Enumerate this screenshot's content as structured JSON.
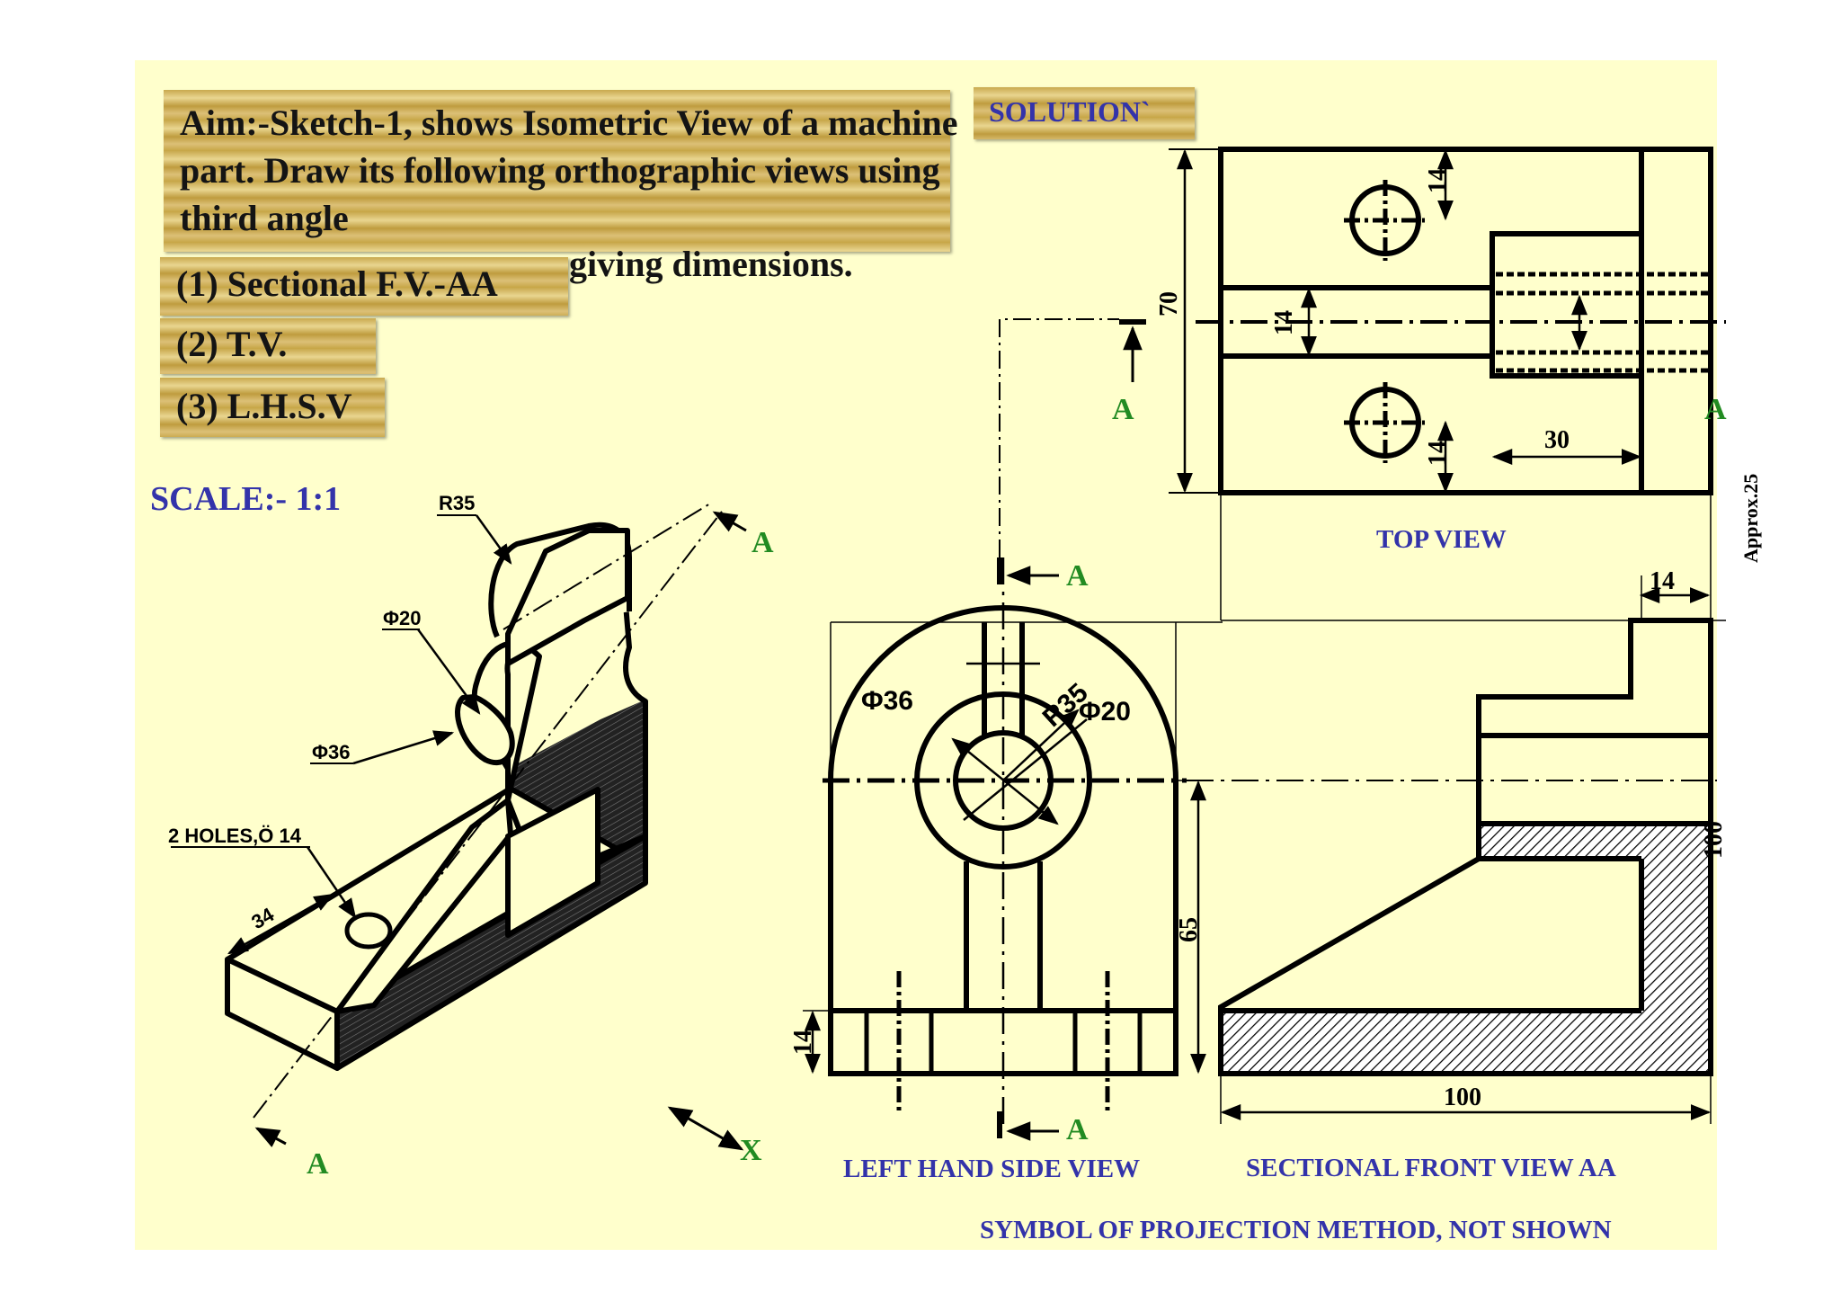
{
  "aim": {
    "text": "Aim:-Sketch-1, shows Isometric View of a machine part. Draw its following orthographic views using third angle",
    "overlap_text": "giving  dimensions."
  },
  "items": [
    "(1) Sectional F.V.-AA",
    "(2) T.V.",
    "(3) L.H.S.V"
  ],
  "solution": "SOLUTION`",
  "scale": "SCALE:-  1:1",
  "iso": {
    "r35": "R35",
    "phi20": "Φ20",
    "phi36": "Φ36",
    "holes": "2 HOLES,Ö 14",
    "dim34": "34",
    "sec_a_top": "A",
    "sec_a_bottom": "A",
    "x": "X"
  },
  "top_view": {
    "title": "TOP VIEW",
    "dim70": "70",
    "dim14_a": "14",
    "dim14_b": "14",
    "dim14_c": "14",
    "dim30": "30",
    "sec_a_left": "A",
    "sec_a_right": "A",
    "approx": "Approx.25"
  },
  "lhsv": {
    "title": "LEFT HAND SIDE VIEW",
    "phi36": "Φ36",
    "r35": "R35",
    "phi20": "Φ20",
    "dim65": "65",
    "dim14": "14",
    "sec_a_top": "A",
    "sec_a_bottom": "A"
  },
  "front_view": {
    "title": "SECTIONAL FRONT VIEW AA",
    "dim100_h": "100",
    "dim100_v": "100",
    "dim14": "14"
  },
  "footer": "SYMBOL OF PROJECTION METHOD, NOT SHOWN",
  "colors": {
    "slide_bg": "#ffffcc",
    "title_blue": "#3333aa",
    "section_green": "#228b22",
    "line": "#000000"
  }
}
